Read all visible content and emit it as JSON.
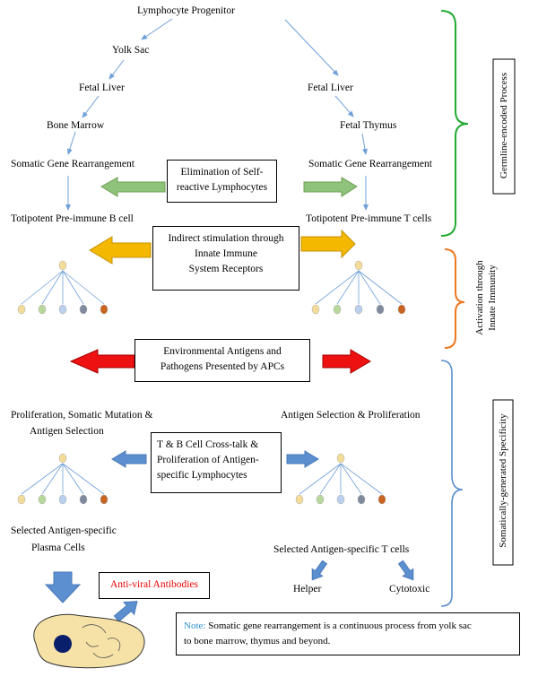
{
  "top": {
    "progenitor": "Lymphocyte Progenitor"
  },
  "b_lineage": {
    "yolk_sac": "Yolk Sac",
    "fetal_liver": "Fetal Liver",
    "bone_marrow": "Bone Marrow",
    "rearrangement": "Somatic Gene Rearrangement",
    "pre_immune": "Totipotent Pre-immune B cell",
    "proliferation_line1": "Proliferation, Somatic Mutation &",
    "proliferation_line2": "Antigen Selection",
    "selected_line1": "Selected Antigen-specific",
    "selected_line2": "Plasma Cells",
    "antibodies": "Anti-viral Antibodies"
  },
  "t_lineage": {
    "fetal_liver": "Fetal Liver",
    "fetal_thymus": "Fetal Thymus",
    "rearrangement": "Somatic Gene Rearrangement",
    "pre_immune": "Totipotent Pre-immune T cells",
    "selection": "Antigen Selection & Proliferation",
    "selected": "Selected Antigen-specific T cells",
    "helper": "Helper",
    "cytotoxic": "Cytotoxic"
  },
  "center_boxes": {
    "elimination_line1": "Elimination of Self-",
    "elimination_line2": "reactive Lymphocytes",
    "indirect_line1": "Indirect stimulation through",
    "indirect_line2": "Innate Immune",
    "indirect_line3": "System Receptors",
    "env_line1": "Environmental Antigens and",
    "env_line2": "Pathogens Presented by APCs",
    "crosstalk_line1": "T & B Cell Cross-talk  &",
    "crosstalk_line2": "Proliferation of  Antigen-",
    "crosstalk_line3": "specific Lymphocytes"
  },
  "side_labels": {
    "germline": "Germline-encoded Process",
    "activation_line1": "Activation through",
    "activation_line2": "Innate Immunity",
    "somatic": "Somatically-generated Specificity"
  },
  "note": {
    "prefix": "Note:",
    "text_line1": " Somatic gene rearrangement is a continuous process from yolk sac",
    "text_line2": "to bone marrow, thymus and beyond."
  },
  "colors": {
    "flow_arrow": "#6fa0d8",
    "green_arrow": "#8fc27a",
    "orange_arrow": "#f5b800",
    "red_arrow": "#ee1111",
    "blue_arrow": "#5b8fd0",
    "germline_brace": "#22aa33",
    "activation_brace": "#ee7722",
    "somatic_brace": "#5b8fd0",
    "antibody_text": "#ee0000",
    "note_prefix": "#2e8fd6",
    "cell_fill": "#f6e2a6",
    "nucleus": "#0a1f6b"
  },
  "clusters": [
    {
      "role": "b-activated-cluster",
      "node_fills": [
        "#f2dc98",
        "#b7d89a",
        "#bad0ef",
        "#7f8a9e",
        "#c86420"
      ]
    },
    {
      "role": "t-activated-cluster",
      "node_fills": [
        "#f2dc98",
        "#b7d89a",
        "#bad0ef",
        "#7f8a9e",
        "#c86420"
      ]
    },
    {
      "role": "b-selected-cluster",
      "node_fills": [
        "#f2dc98",
        "#b7d89a",
        "#bad0ef",
        "#7f8a9e",
        "#c86420"
      ]
    },
    {
      "role": "t-selected-cluster",
      "node_fills": [
        "#f2dc98",
        "#b7d89a",
        "#bad0ef",
        "#7f8a9e",
        "#c86420"
      ]
    }
  ]
}
